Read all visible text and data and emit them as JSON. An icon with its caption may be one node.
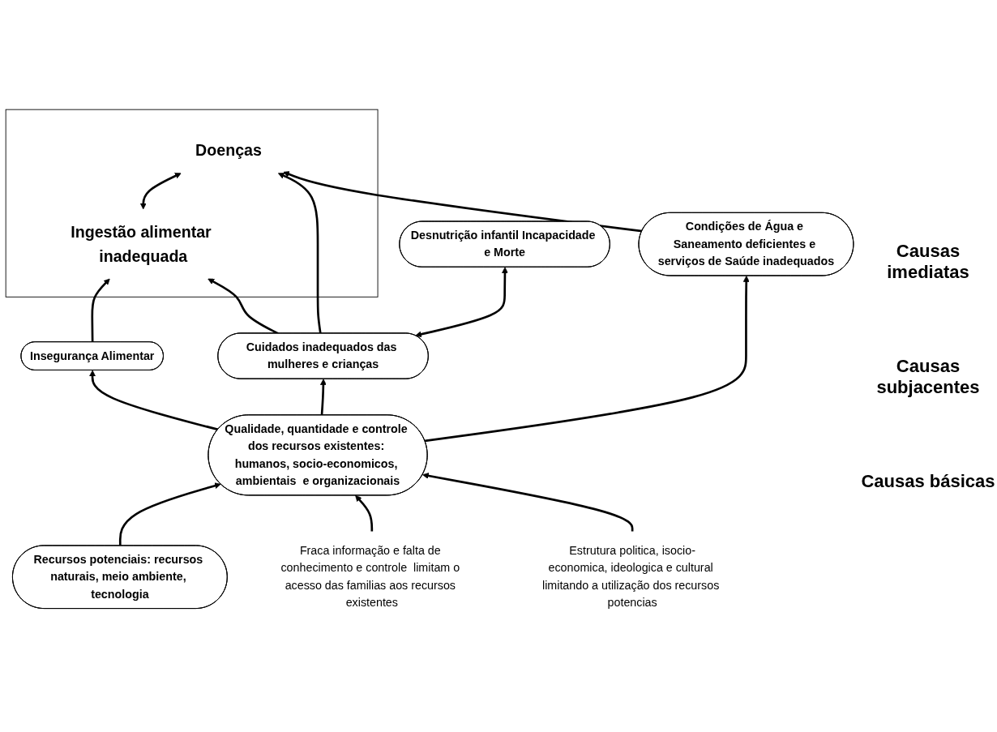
{
  "diagram": {
    "nodes": [
      {
        "text": [
          "Desnutrição infantil Incapacidade e Morte"
        ]
      },
      {
        "text": [],
        "shape": "box"
      },
      {
        "text": [
          "Ingestão alimentar inadequada"
        ],
        "in": 1
      },
      {
        "text": [
          "Doenças"
        ],
        "in": 1
      },
      {
        "text": [
          "Insegurança Alimentar"
        ]
      },
      {
        "text": [
          "Cuidados inadequados das mulheres e crianças"
        ]
      },
      {
        "text": [
          "Condições de Água e Saneamento deficientes e serviços de Saúde inadequados"
        ]
      },
      {
        "text": [
          "Qualidade, quantidade e controle dos recursos existentes: humanos, socio-economicos, ambientais  e organizacionais"
        ]
      },
      {
        "text": [
          "Recursos potenciais: recursos naturais, meio ambiente, tecnologia"
        ]
      },
      {
        "text": [
          "Fraca informação e falta de conhecimento e controle  limitam o acesso das familias aos recursos existentes"
        ]
      },
      {
        "text": [
          "Estrutura politica, isocio-economica, ideologica e cultural limitando a utilização dos recursos potencias"
        ]
      }
    ],
    "edges": [
      {
        "from": 5,
        "to": 0,
        "arrow": "both"
      },
      {
        "from": 2,
        "to": 3,
        "arrow": "both"
      },
      {
        "from": 4,
        "to": 2,
        "arrow": "to"
      },
      {
        "from": 5,
        "to": 2,
        "arrow": "to"
      },
      {
        "from": 5,
        "to": 3,
        "arrow": "to"
      },
      {
        "from": 6,
        "to": 3,
        "arrow": "to"
      },
      {
        "from": 7,
        "to": 4,
        "arrow": "to"
      },
      {
        "from": 7,
        "to": 5,
        "arrow": "to"
      },
      {
        "from": 7,
        "to": 6,
        "arrow": "to"
      },
      {
        "from": 8,
        "to": 7,
        "arrow": "to"
      },
      {
        "from": 9,
        "to": 7,
        "arrow": "to"
      },
      {
        "from": 10,
        "to": 7,
        "arrow": "to"
      }
    ],
    "labels": [
      "Causas imediatas",
      "Causas subjacentes",
      "Causas básicas"
    ]
  }
}
